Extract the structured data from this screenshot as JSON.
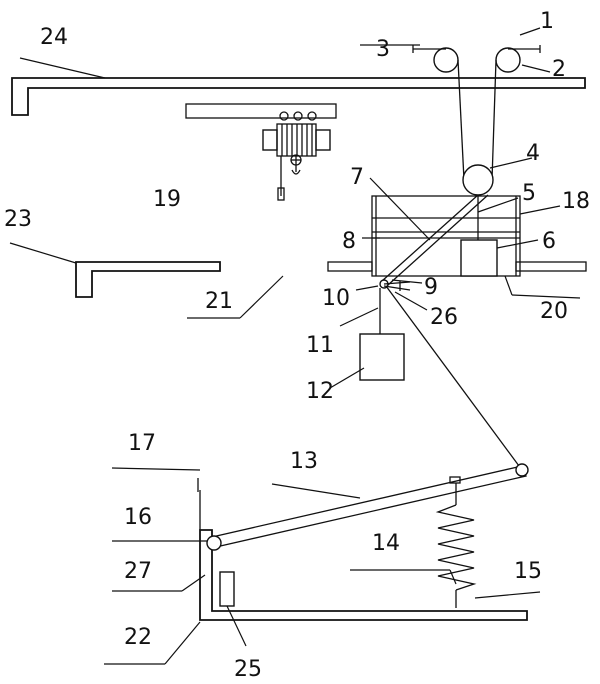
{
  "labels": {
    "l1": "1",
    "l2": "2",
    "l3": "3",
    "l4": "4",
    "l5": "5",
    "l6": "6",
    "l7": "7",
    "l8": "8",
    "l9": "9",
    "l10": "10",
    "l11": "11",
    "l12": "12",
    "l13": "13",
    "l14": "14",
    "l15": "15",
    "l16": "16",
    "l17": "17",
    "l18": "18",
    "l19": "19",
    "l20": "20",
    "l21": "21",
    "l22": "22",
    "l23": "23",
    "l24": "24",
    "l25": "25",
    "l26": "26",
    "l27": "27"
  },
  "colors": {
    "line": "#111111",
    "background": "#ffffff"
  }
}
